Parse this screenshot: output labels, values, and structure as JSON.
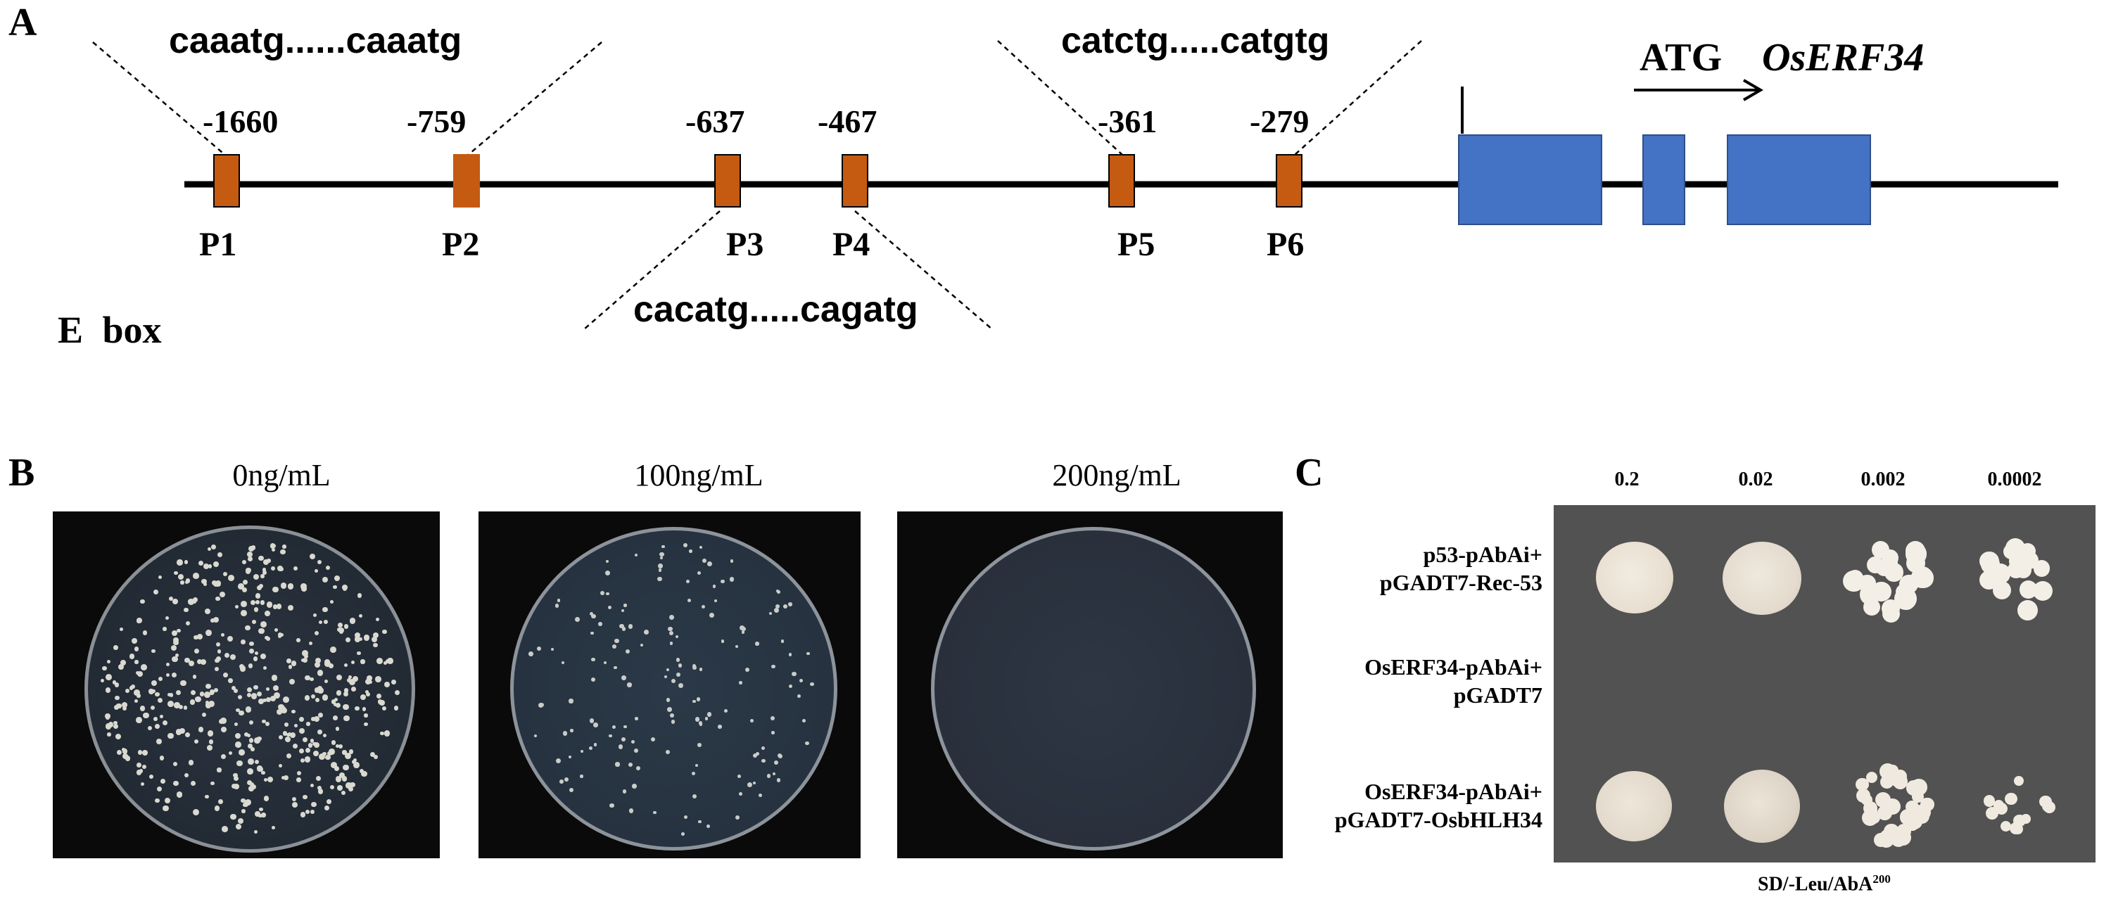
{
  "panel_a": {
    "letter": "A",
    "motifs": {
      "p1_p2": "caaatg......caaatg",
      "p3_p4": "cacatg.....cagatg",
      "p5_p6": "catctg.....catgtg"
    },
    "positions": [
      "-1660",
      "-759",
      "-637",
      "-467",
      "-361",
      "-279"
    ],
    "promoter_labels": [
      "P1",
      "P2",
      "P3",
      "P4",
      "P5",
      "P6"
    ],
    "ebox_label": "E box",
    "start_codon": "ATG",
    "gene_name": "OsERF34",
    "colors": {
      "element": "#C55A11",
      "exon": "#4472C4"
    }
  },
  "panel_b": {
    "letter": "B",
    "concentrations": [
      "0ng/mL",
      "100ng/mL",
      "200ng/mL"
    ]
  },
  "panel_c": {
    "letter": "C",
    "dilutions": [
      "0.2",
      "0.02",
      "0.002",
      "0.0002"
    ],
    "rows": [
      {
        "line1": "p53-pAbAi+",
        "line2": "pGADT7-Rec-53"
      },
      {
        "line1": "OsERF34-pAbAi+",
        "line2": "pGADT7"
      },
      {
        "line1": "OsERF34-pAbAi+",
        "line2": "pGADT7-OsbHLH34"
      }
    ],
    "medium": "SD/-Leu/AbA",
    "medium_superscript": "200"
  }
}
